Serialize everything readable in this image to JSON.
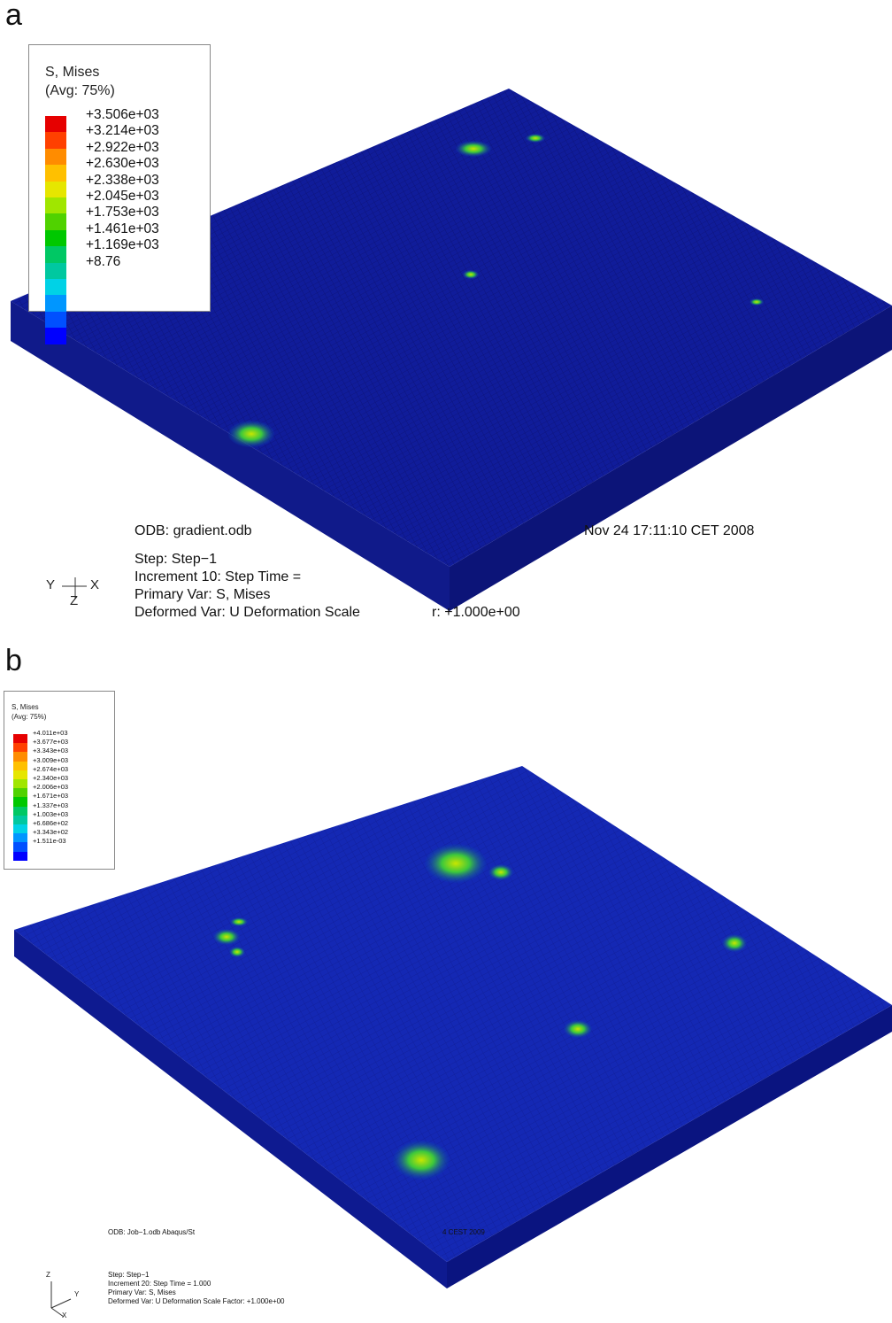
{
  "panel_a": {
    "letter": "a",
    "legend": {
      "title_line1": "S, Mises",
      "title_line2": "(Avg: 75%)",
      "colors": [
        "#e60000",
        "#ff4000",
        "#ff8c00",
        "#ffc000",
        "#e6e600",
        "#a0e600",
        "#50d200",
        "#00c800",
        "#00c864",
        "#00c8a0",
        "#00d2e6",
        "#0096ff",
        "#0050ff",
        "#0000ff"
      ],
      "tick_labels": [
        "+3.506e+03",
        "+3.214e+03",
        "+2.922e+03",
        "+2.630e+03",
        "+2.338e+03",
        "+2.045e+03",
        "+1.753e+03",
        "+1.461e+03",
        "+1.169e+03",
        "+8.76"
      ]
    },
    "odb_line": "ODB: gradient.odb",
    "odb_date": "Nov 24 17:11:10 CET 2008",
    "step_line": "Step: Step−1",
    "increment_line": "Increment     10: Step Time =",
    "primary_line": "Primary Var: S, Mises",
    "deformed_line": "Deformed Var: U   Deformation Scale",
    "deformed_tail": "r: +1.000e+00",
    "triad": {
      "y": "Y",
      "x": "X",
      "z": "Z"
    }
  },
  "panel_b": {
    "letter": "b",
    "legend": {
      "title_line1": "S, Mises",
      "title_line2": "(Avg: 75%)",
      "colors": [
        "#e60000",
        "#ff4000",
        "#ff8c00",
        "#ffc000",
        "#e6e600",
        "#a0e600",
        "#50d200",
        "#00c800",
        "#00c864",
        "#00c8a0",
        "#00d2e6",
        "#0096ff",
        "#0050ff",
        "#0000ff"
      ],
      "tick_labels": [
        "+4.011e+03",
        "+3.677e+03",
        "+3.343e+03",
        "+3.009e+03",
        "+2.674e+03",
        "+2.340e+03",
        "+2.006e+03",
        "+1.671e+03",
        "+1.337e+03",
        "+1.003e+03",
        "+6.686e+02",
        "+3.343e+02",
        "+1.511e-03"
      ]
    },
    "odb_line": "ODB: Job−1.odb    Abaqus/St",
    "odb_date": "4 CEST 2009",
    "step_line": "Step: Step−1",
    "increment_line": "Increment     20: Step Time =    1.000",
    "primary_line": "Primary Var: S, Mises",
    "deformed_line": "Deformed Var: U   Deformation Scale Factor: +1.000e+00",
    "triad": {
      "z": "Z",
      "y": "Y",
      "x": "X"
    }
  }
}
